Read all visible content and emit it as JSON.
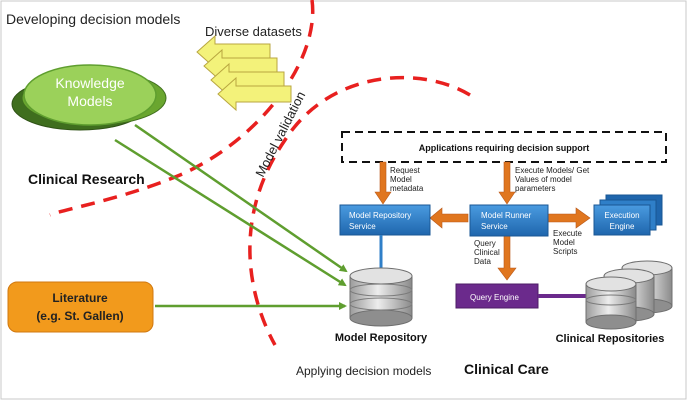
{
  "labels": {
    "developing": "Developing decision models",
    "diverse_datasets": "Diverse datasets",
    "knowledge_line1": "Knowledge",
    "knowledge_line2": "Models",
    "model_validation": "Model validation",
    "clinical_research": "Clinical Research",
    "literature_line1": "Literature",
    "literature_line2": "(e.g. St. Gallen)",
    "applications": "Applications  requiring decision support",
    "request_line1": "Request",
    "request_line2": "Model",
    "request_line3": "metadata",
    "execute_models_line1": "Execute Models/ Get",
    "execute_models_line2": "Values of model",
    "execute_models_line3": "parameters",
    "model_repository_service_line1": "Model Repository",
    "model_repository_service_line2": "Service",
    "model_runner_service_line1": "Model Runner",
    "model_runner_service_line2": "Service",
    "execution_engine_line1": "Execution",
    "execution_engine_line2": "Engine",
    "query_line1": "Query",
    "query_line2": "Clinical",
    "query_line3": "Data",
    "execute_scripts_line1": "Execute",
    "execute_scripts_line2": "Model",
    "execute_scripts_line3": "Scripts",
    "query_engine": "Query Engine",
    "model_repository": "Model Repository",
    "clinical_repositories": "Clinical Repositories",
    "applying": "Applying decision models",
    "clinical_care": "Clinical Care"
  },
  "colors": {
    "dashed_red": "#e8201f",
    "green_arrow": "#5f9e2f",
    "orange_arrow": "#e0761f",
    "blue_box": "#2f7fc8",
    "purple_box": "#6b2a8c",
    "literature_fill": "#f29a1c",
    "knowledge_fill": "#9bd15a",
    "datasets_fill": "#f3f27a"
  }
}
